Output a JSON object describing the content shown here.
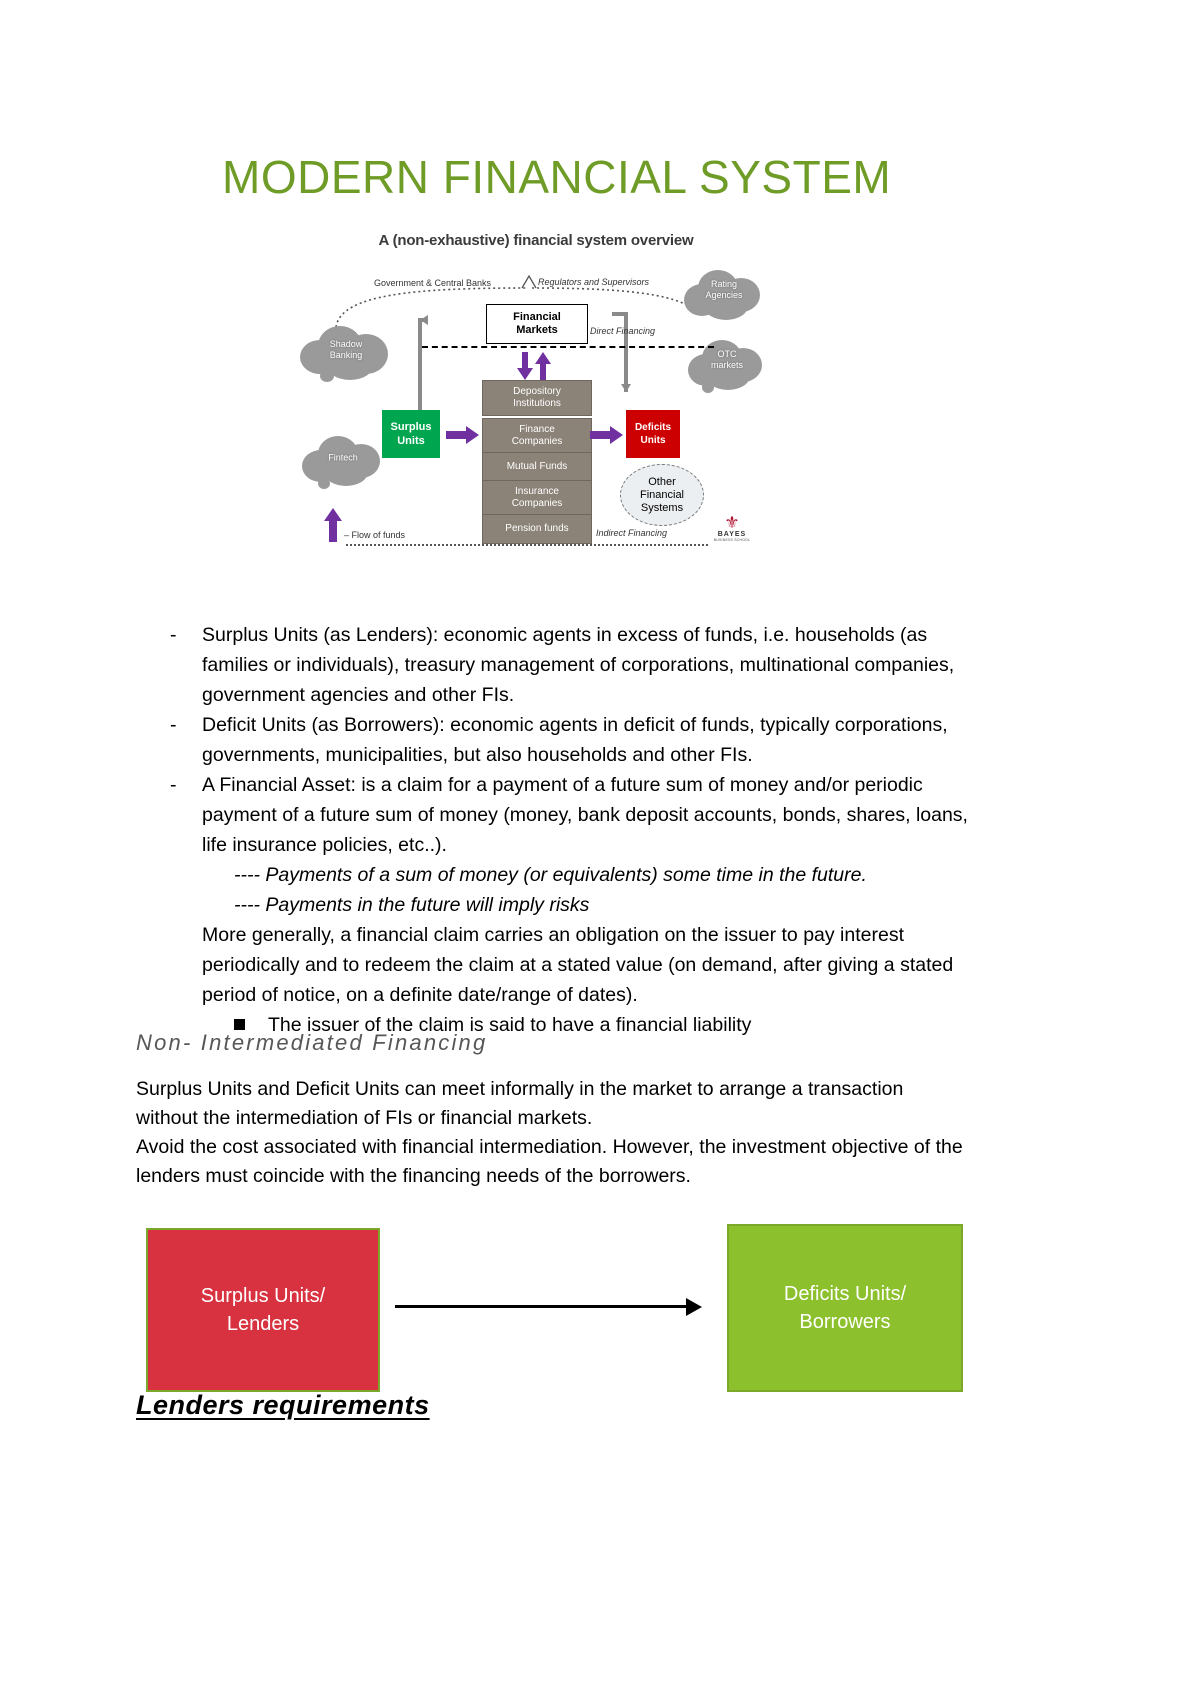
{
  "document": {
    "title": "MODERN FINANCIAL SYSTEM",
    "title_color": "#6f9c26"
  },
  "diagram": {
    "caption": "A (non-exhaustive) financial system overview",
    "labels": {
      "government_central_banks": "Government & Central Banks",
      "regulators_supervisors": "Regulators and Supervisors",
      "direct_financing": "Direct Financing",
      "indirect_financing": "Indirect Financing",
      "flow_of_funds": "– Flow of funds"
    },
    "clouds": [
      {
        "name": "shadow-banking",
        "label": "Shadow\nBanking"
      },
      {
        "name": "fintech",
        "label": "Fintech"
      },
      {
        "name": "rating-agencies",
        "label": "Rating\nAgencies"
      },
      {
        "name": "otc-markets",
        "label": "OTC\nmarkets"
      }
    ],
    "financial_markets": "Financial\nMarkets",
    "intermediaries": [
      "Depository\nInstitutions",
      "Finance\nCompanies",
      "Mutual Funds",
      "Insurance\nCompanies",
      "Pension funds"
    ],
    "surplus_units": "Surplus\nUnits",
    "deficits_units": "Deficits\nUnits",
    "other_financial_systems": "Other\nFinancial\nSystems",
    "logo": {
      "name": "BAYES",
      "subtitle": "BUSINESS SCHOOL"
    },
    "colors": {
      "surplus": "#00a550",
      "deficit": "#cc0000",
      "intermediary": "#8b8278",
      "cloud": "#9a9a9a",
      "arrow": "#7030a0"
    }
  },
  "bullets": [
    {
      "marker": "-",
      "text": "Surplus Units (as Lenders): economic agents in excess of funds, i.e. households (as families or individuals), treasury management of corporations, multinational companies, government agencies and other FIs."
    },
    {
      "marker": "-",
      "text": "Deficit Units (as Borrowers): economic agents in deficit of funds, typically corporations, governments, municipalities, but also households and other FIs."
    },
    {
      "marker": "-",
      "text": "A Financial Asset: is a claim for a payment of a future sum of money and/or periodic payment of a future sum of money (money, bank deposit accounts, bonds, shares, loans, life insurance policies, etc..)."
    }
  ],
  "sub_italics": [
    "---- Payments of a sum of money (or equivalents) some time in the future.",
    "---- Payments in the future will imply risks"
  ],
  "more_generally": "More generally, a financial claim carries an obligation on the issuer to pay interest periodically and to redeem the claim at a stated value (on demand, after giving a stated period of notice, on a definite date/range of dates).",
  "square_bullet": "The issuer of the claim is said to have a financial liability",
  "section": {
    "heading": "Non- Intermediated Financing",
    "paragraph_1": "Surplus Units and Deficit Units can meet informally in the market to arrange a transaction without the intermediation of FIs or financial markets.",
    "paragraph_2": "Avoid the cost associated with financial intermediation. However, the investment objective of the lenders must coincide with the financing needs of the borrowers."
  },
  "flow_diagram": {
    "left_box": "Surplus Units/\nLenders",
    "right_box": "Deficits Units/\nBorrowers",
    "left_color": "#d8313f",
    "right_color": "#8cc02c"
  },
  "footer_heading": "Lenders requirements"
}
